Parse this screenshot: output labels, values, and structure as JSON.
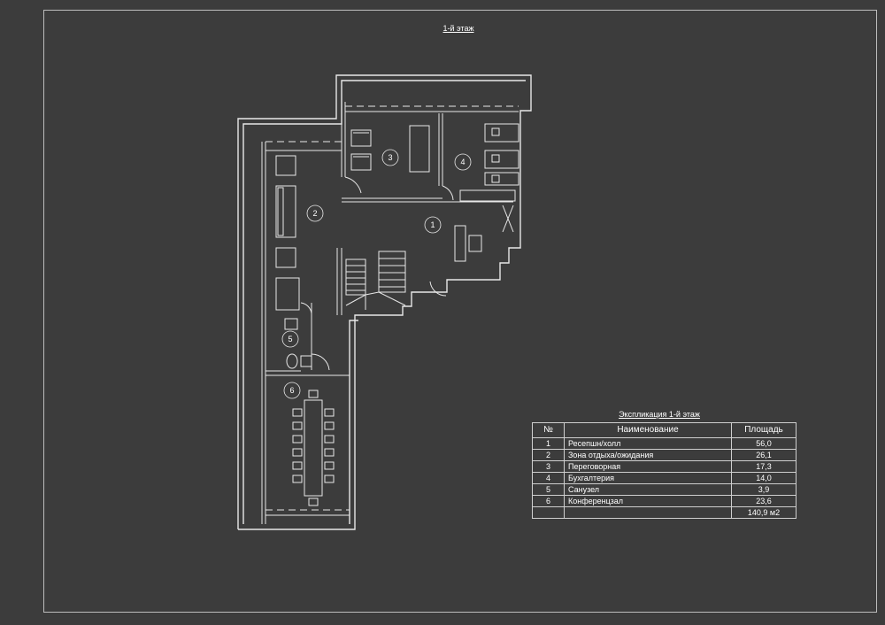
{
  "sheet_title": "1-й этаж",
  "rooms": [
    {
      "label": "1"
    },
    {
      "label": "2"
    },
    {
      "label": "3"
    },
    {
      "label": "4"
    },
    {
      "label": "5"
    },
    {
      "label": "6"
    }
  ],
  "explication": {
    "title": "Экспликация 1-й этаж",
    "headers": {
      "num": "№",
      "name": "Наименование",
      "area": "Площадь"
    },
    "rows": [
      {
        "num": "1",
        "name": "Ресепшн/холл",
        "area": "56,0"
      },
      {
        "num": "2",
        "name": "Зона отдыха/ожидания",
        "area": "26,1"
      },
      {
        "num": "3",
        "name": "Переговорная",
        "area": "17,3"
      },
      {
        "num": "4",
        "name": "Бухгалтерия",
        "area": "14,0"
      },
      {
        "num": "5",
        "name": "Санузел",
        "area": "3,9"
      },
      {
        "num": "6",
        "name": "Конференцзал",
        "area": "23,6"
      }
    ],
    "total": "140,9 м2"
  },
  "colors": {
    "background": "#3c3c3c",
    "lines": "#ffffff"
  }
}
